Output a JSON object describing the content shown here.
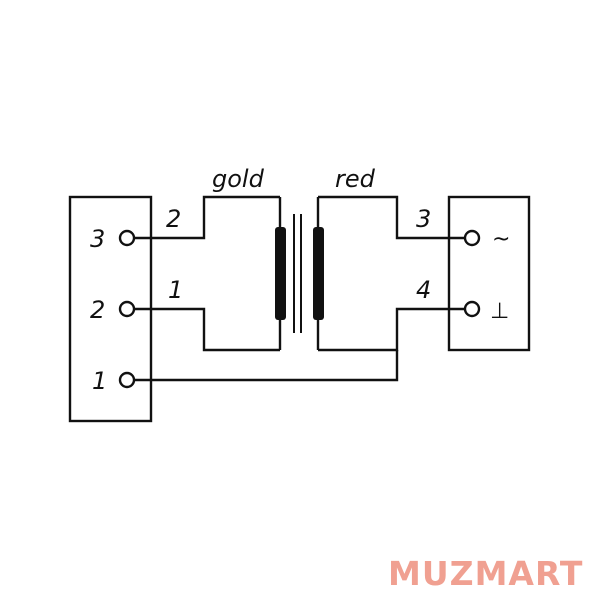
{
  "diagram": {
    "left_connector": {
      "pins": [
        {
          "label": "3"
        },
        {
          "label": "2"
        },
        {
          "label": "1"
        }
      ]
    },
    "right_connector": {
      "pins": [
        {
          "label": "3",
          "symbol": "~"
        },
        {
          "label": "4",
          "symbol": "⊥"
        }
      ]
    },
    "transformer": {
      "primary": {
        "wire_color": "gold",
        "lead_top": "2",
        "lead_bottom": "1"
      },
      "secondary": {
        "wire_color": "red"
      }
    }
  },
  "brand": {
    "logo_text": "MUZMART",
    "color": "#f0a091"
  },
  "colors": {
    "stroke": "#111111",
    "background": "#ffffff"
  }
}
